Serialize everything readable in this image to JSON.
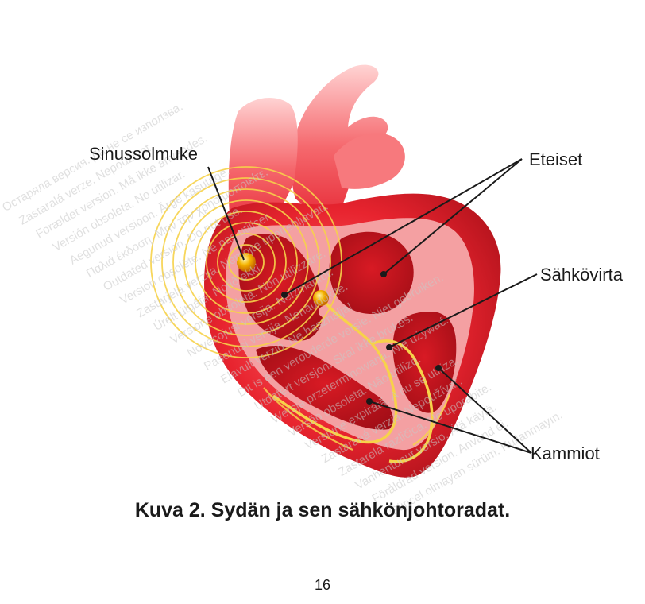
{
  "labels": {
    "sinus_node": "Sinussolmuke",
    "atria": "Eteiset",
    "electric_current": "Sähkövirta",
    "ventricles": "Kammiot"
  },
  "caption": "Kuva 2. Sydän ja sen sähkönjohtoradat.",
  "page_number": "16",
  "watermark_lines": [
    "Остаряла версия. Да не се използва.",
    "Zastaralá verze. Nepoužívat.",
    "Forældet version. Må ikke anvendes.",
    "Versión obsoleta. No utilizar.",
    "Aegunud versioon. Ärge kasutage.",
    "Παλιά έκδοση. Μην την χρησιμοποιείτε.",
    "Outdated version. Do not use.",
    "Version obsolète. Ne pas utiliser.",
    "Zastarjela verzija. Nemojte upotrebljavati.",
    "Úrelt útgáfa. Notið ekki.",
    "Versione obsoleta. Non utilizzare.",
    "Novecojusi versija. Neizmantot.",
    "Pasenusi versija. Nenaudokite.",
    "Elavult verzió. Ne használja!",
    "Dit is een verouderde versie. Niet gebruiken.",
    "Utdatert versjon. Skal ikke brukes.",
    "Wersja przeterminowana. Nie używać.",
    "Versão obsoleta. Não utilize.",
    "Versiune expirată. A nu se utiliza.",
    "Zastaraná verzia. Nepoužívať.",
    "Zastarela različica. Ne uporabite.",
    "Vanhentunut versio. Älä käytä.",
    "Föråldrad version. Använd ej.",
    "Güncel olmayan sürüm. Kullanmayın."
  ],
  "colors": {
    "heart_outer": "#e8242f",
    "heart_light": "#f48a8d",
    "conduction": "#f7d24a",
    "node": "#f2a600",
    "text": "#1a1a1a"
  }
}
